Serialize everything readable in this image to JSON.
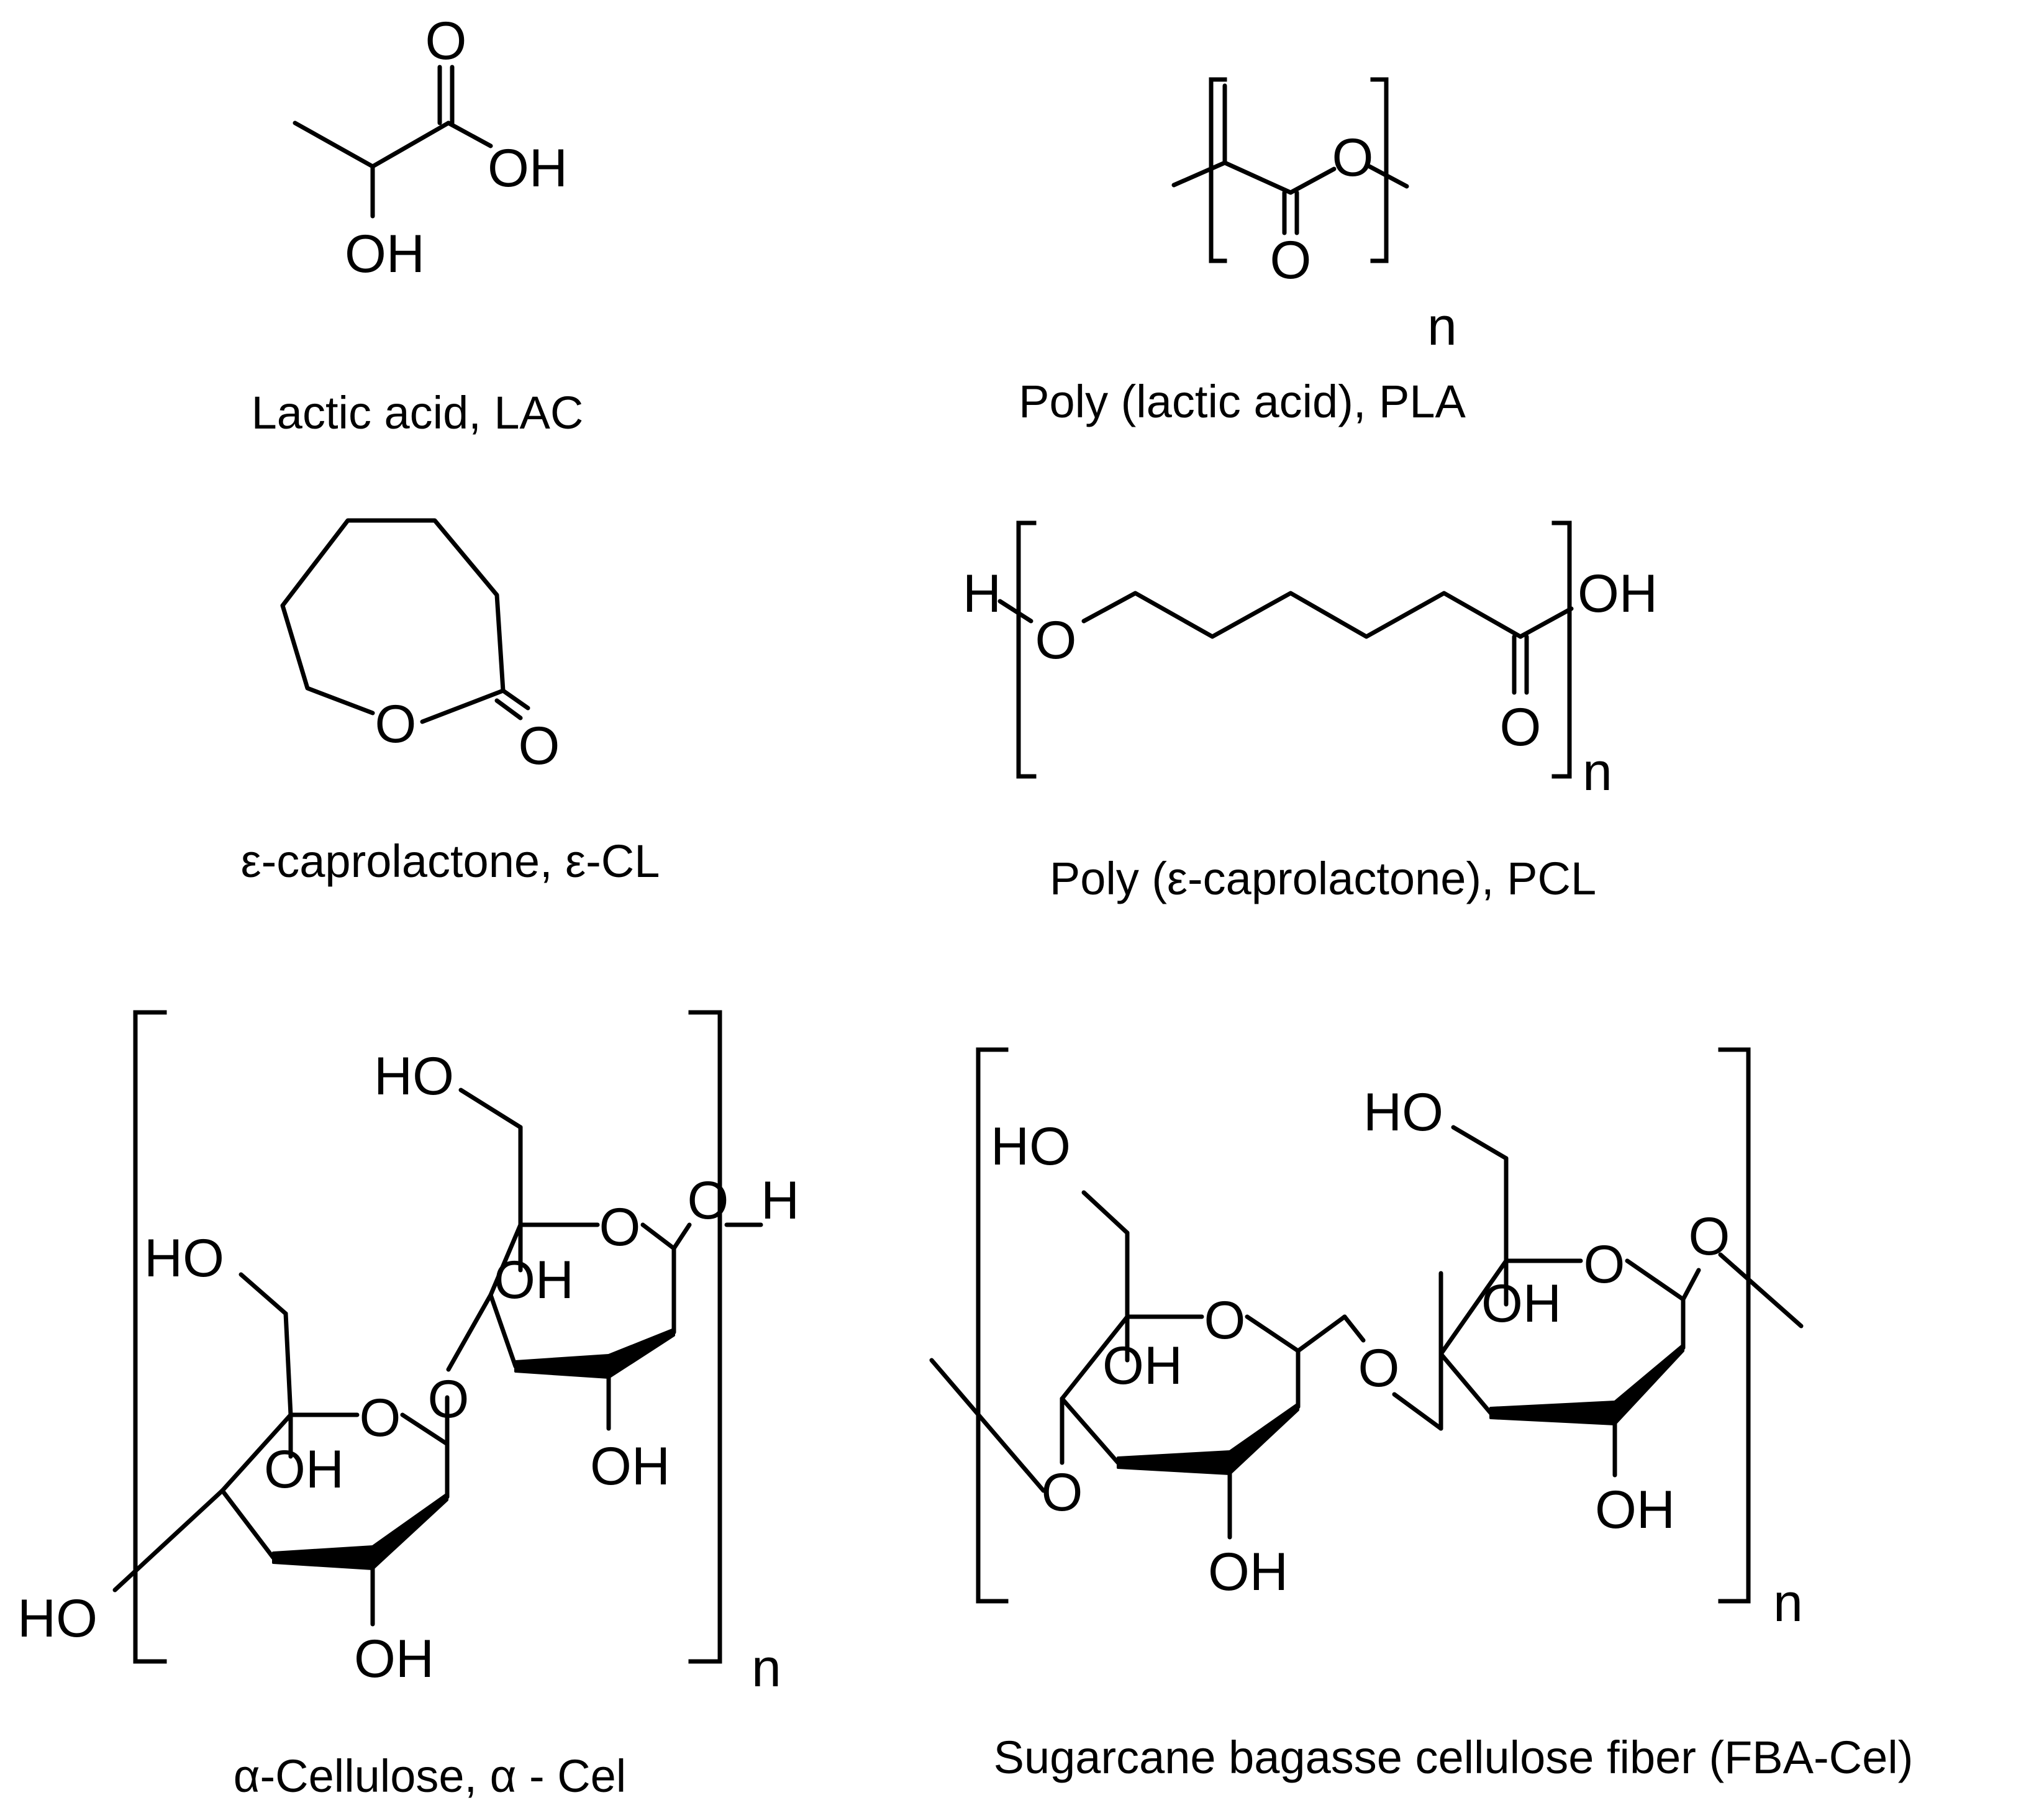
{
  "molecules": {
    "lac": {
      "caption": "Lactic acid, LAC",
      "atoms": {
        "carbonyl_o": "O",
        "hydroxyl": "OH",
        "alpha_hydroxyl": "OH"
      }
    },
    "pla": {
      "caption": "Poly (lactic acid), PLA",
      "atoms": {
        "ester_o": "O",
        "carbonyl_o": "O",
        "repeat": "n"
      }
    },
    "ecl": {
      "caption": "ε-caprolactone, ε-CL",
      "atoms": {
        "ring_o": "O",
        "carbonyl_o": "O"
      }
    },
    "pcl": {
      "caption": "Poly (ε-caprolactone), PCL",
      "atoms": {
        "end_h": "H",
        "ester_o": "O",
        "end_oh": "OH",
        "carbonyl_o": "O",
        "repeat": "n"
      }
    },
    "acel": {
      "caption": "α-Cellulose, α - Cel",
      "atoms": {
        "ring1_ch2oh": "HO",
        "ring1_o": "O",
        "ring1_oh3": "OH",
        "ring1_oh2": "OH",
        "ring1_end": "HO",
        "link_o": "O",
        "ring2_ch2oh": "HO",
        "ring2_o": "O",
        "ring2_oh3": "OH",
        "ring2_oh2": "OH",
        "end_o": "O",
        "end_h": "H",
        "repeat": "n"
      }
    },
    "fba": {
      "caption": "Sugarcane bagasse cellulose fiber (FBA-Cel)",
      "atoms": {
        "ring1_ch2oh": "HO",
        "ring1_o": "O",
        "ring1_oh3": "OH",
        "ring1_oh2": "OH",
        "ring1_o4": "O",
        "link_o": "O",
        "ring2_ch2oh": "HO",
        "ring2_o": "O",
        "ring2_oh3": "OH",
        "ring2_oh2": "OH",
        "end_o": "O",
        "repeat": "n"
      }
    }
  }
}
